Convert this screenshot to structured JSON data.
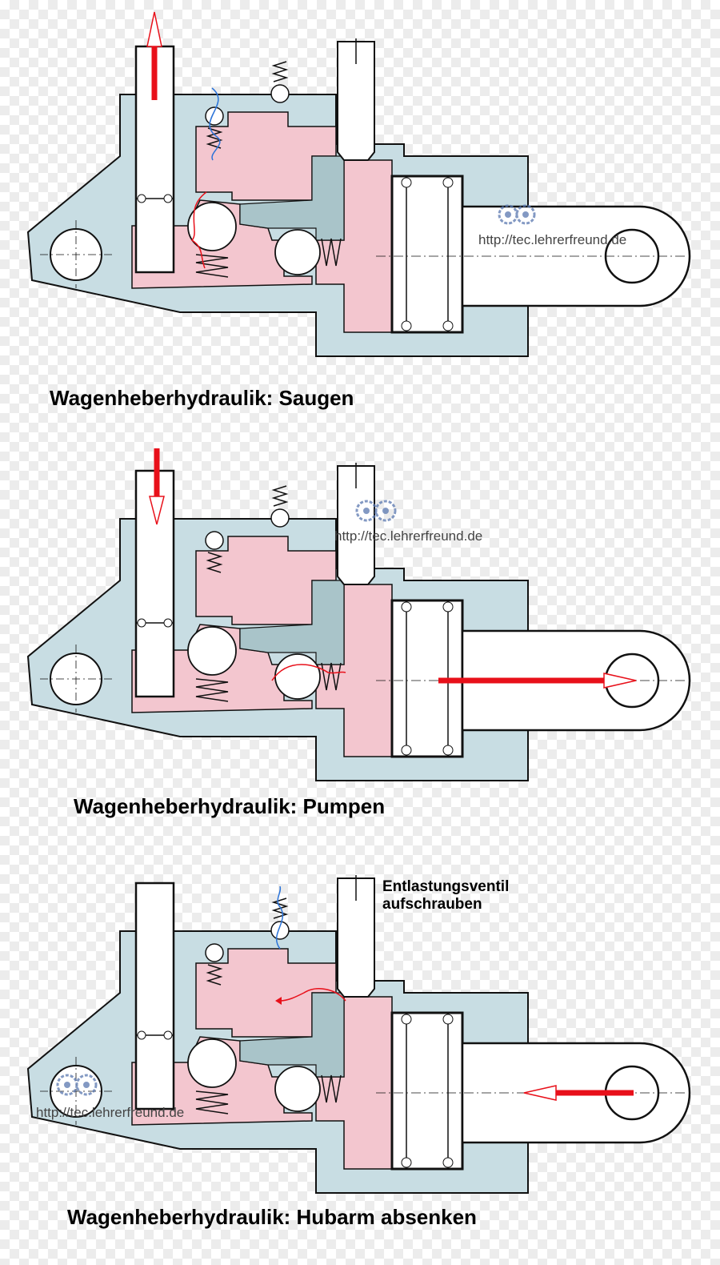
{
  "panels": [
    {
      "caption": "Wagenheberhydraulik: Saugen",
      "watermark": "http://tec.lehrerfreund.de"
    },
    {
      "caption": "Wagenheberhydraulik: Pumpen",
      "watermark": "http://tec.lehrerfreund.de"
    },
    {
      "caption": "Wagenheberhydraulik: Hubarm absenken",
      "watermark": "http://tec.lehrerfreund.de"
    }
  ],
  "annotations": {
    "relief_valve_line1": "Entlastungsventil",
    "relief_valve_line2": "aufschrauben"
  },
  "colors": {
    "housing": "#c8dde3",
    "fluid": "#f3c6cf",
    "fluid_dark": "#a9c4c9",
    "arrow": "#e8101a",
    "flow_blue": "#2a73d9",
    "outline": "#111111"
  },
  "icons": [
    "owl-logo-icon",
    "direction-arrow-icon",
    "spring-icon",
    "ball-valve-icon"
  ]
}
